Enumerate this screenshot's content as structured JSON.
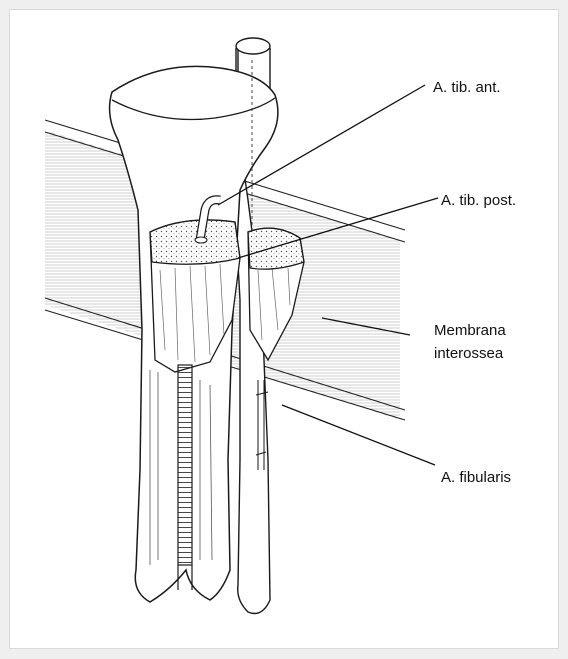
{
  "labels": {
    "tib_ant": "A. tib. ant.",
    "tib_post": "A. tib. post.",
    "membrana_line1": "Membrana",
    "membrana_line2": "interossea",
    "fibularis": "A. fibularis"
  }
}
